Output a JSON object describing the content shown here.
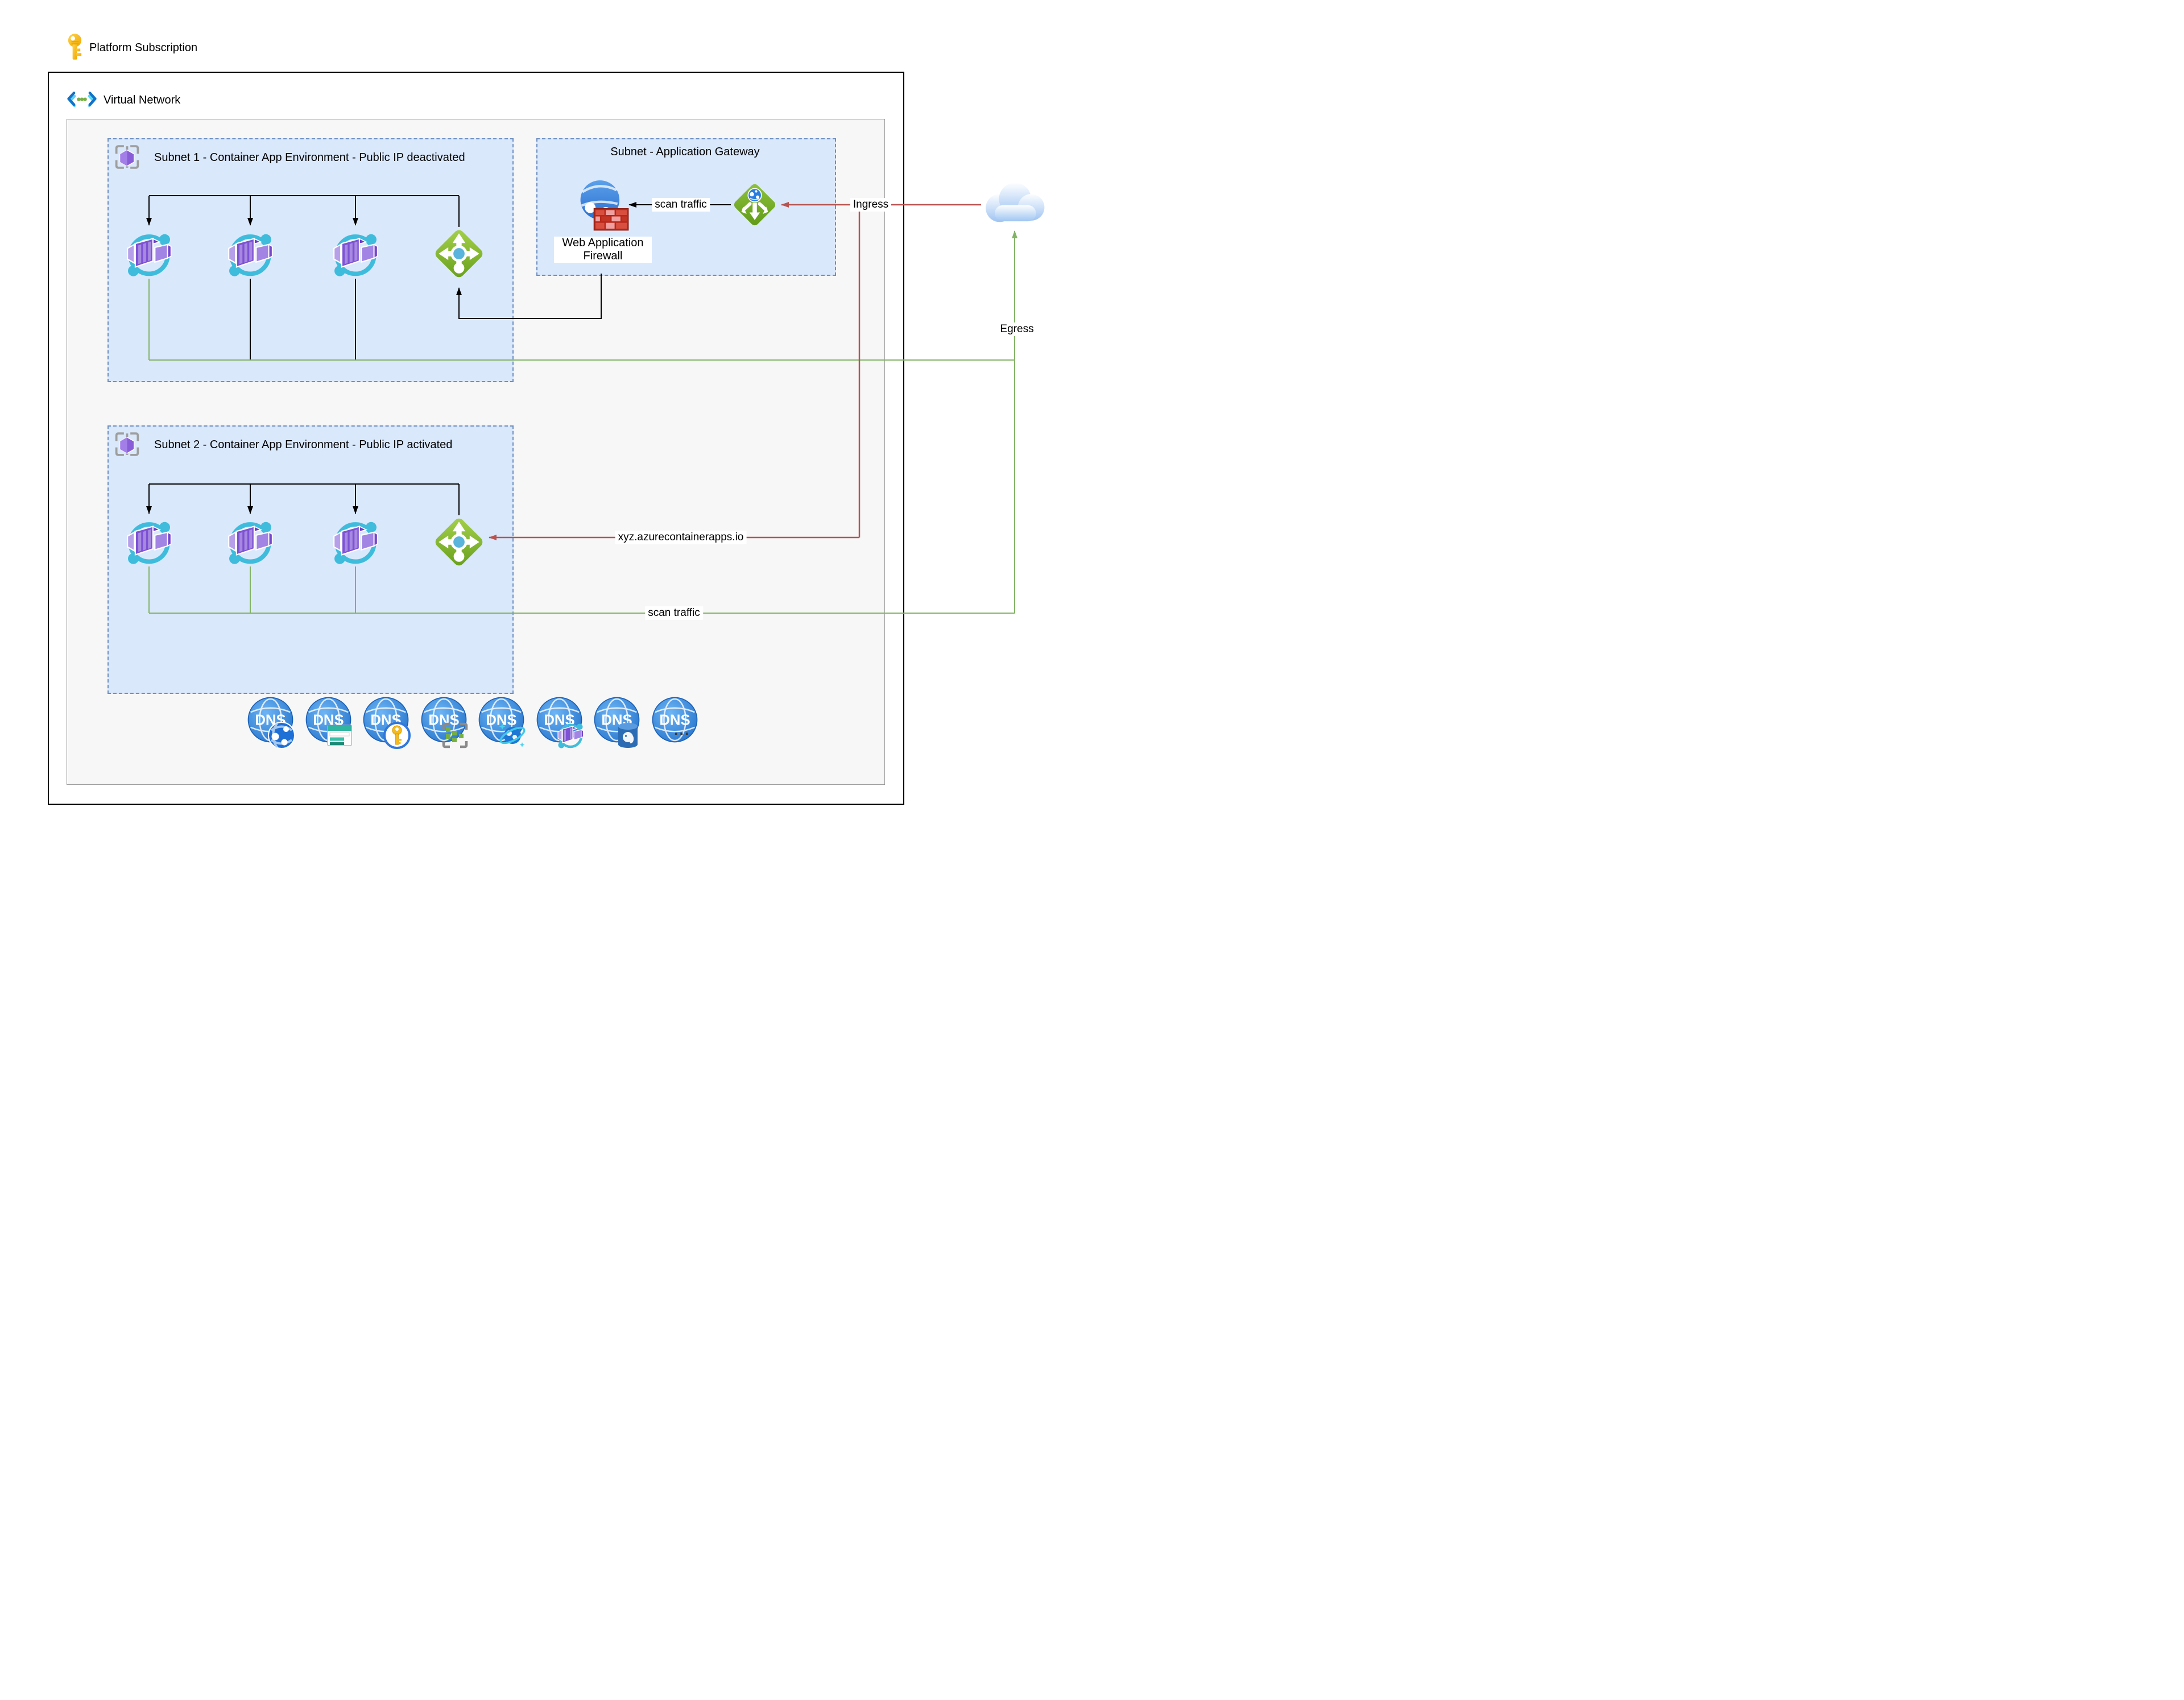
{
  "diagram": {
    "platform": {
      "label": "Platform Subscription",
      "icon": "key-icon"
    },
    "virtual_network": {
      "label": "Virtual Network",
      "icon": "virtual-network-icon"
    },
    "subnets": [
      {
        "id": "subnet-1",
        "title": "Subnet 1 - Container App Environment - Public IP deactivated",
        "icon": "subnet-icon",
        "container_apps": 3,
        "has_load_balancer": true
      },
      {
        "id": "subnet-application-gateway",
        "title": "Subnet - Application Gateway",
        "waf_label": "Web Application Firewall",
        "scan_traffic_label": "scan traffic",
        "icons": [
          "web-application-firewall-icon",
          "application-gateway-icon"
        ]
      },
      {
        "id": "subnet-2",
        "title": "Subnet 2 - Container App Environment - Public IP activated",
        "icon": "subnet-icon",
        "container_apps": 3,
        "has_load_balancer": true
      }
    ],
    "flow_labels": {
      "ingress": "Ingress",
      "egress": "Egress",
      "domain": "xyz.azurecontainerapps.io",
      "scan_traffic_bottom": "scan traffic"
    },
    "cloud": {
      "icon": "internet-cloud-icon"
    },
    "dns": {
      "text": "DNS",
      "ellipsis": "...",
      "services": [
        "network-globe",
        "storage-table",
        "key-vault",
        "event-grid",
        "cosmos-db",
        "container-apps",
        "postgresql",
        "more-services"
      ]
    },
    "colors": {
      "subnet_fill": "#dae8fc",
      "subnet_border": "#6c8ebf",
      "ingress_red": "#b85450",
      "egress_green": "#82b366",
      "lb_green": "#76b132",
      "app_purple": "#8257d6",
      "dns_blue": "#2e7cd6",
      "waf_brick": "#c73b2d",
      "key_gold": "#f2b200",
      "inner_box_gray": "#f7f7f7"
    }
  }
}
